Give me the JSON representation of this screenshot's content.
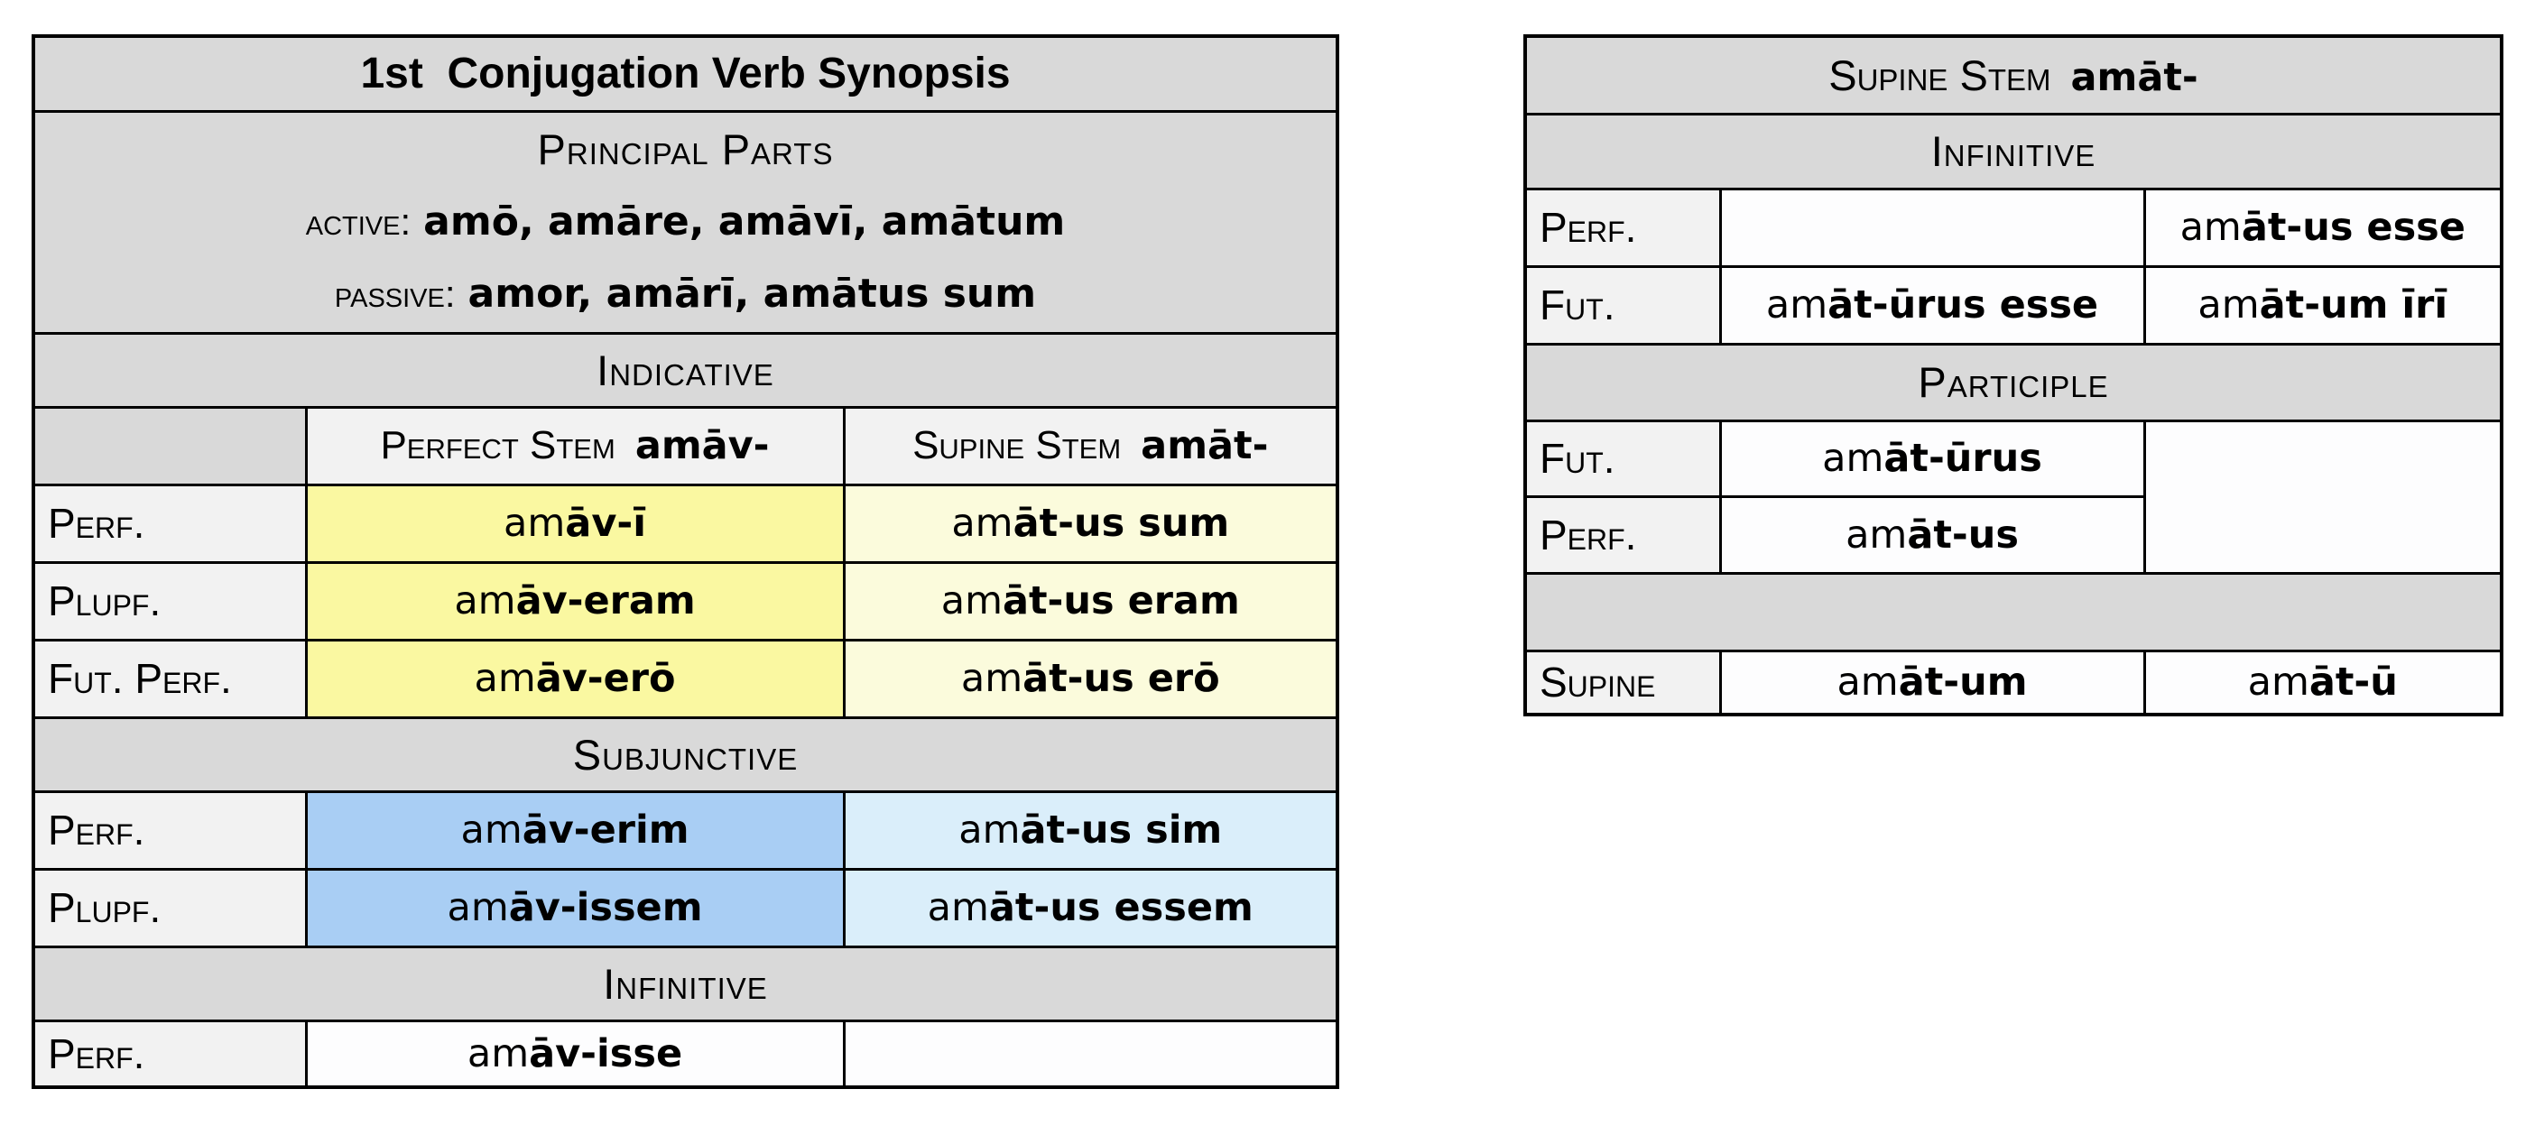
{
  "colors": {
    "section_band": "#d9d9d9",
    "label_cell": "#f2f2f2",
    "active_perfect_highlight": "#faf8a1",
    "passive_perfect_highlight": "#fbfbdc",
    "active_subjunctive_highlight": "#a9cef4",
    "passive_subjunctive_highlight": "#daeefa",
    "border": "#000000"
  },
  "left_table": {
    "title": "1st  Conjugation Verb Synopsis",
    "principal": {
      "heading": "Principal Parts",
      "active_label": "active:",
      "active_forms": "amō, amāre, amāvī, amātum",
      "passive_label": "passive:",
      "passive_forms": "amor, amārī, amātus sum"
    },
    "indicative": {
      "heading": "Indicative",
      "col_perfect": {
        "label": "Perfect Stem",
        "stem": "amāv-"
      },
      "col_supine": {
        "label": "Supine Stem",
        "stem": "amāt-"
      },
      "rows": [
        {
          "label": "Perf.",
          "active": {
            "pre": "am",
            "bold": "āv-ī"
          },
          "passive": {
            "pre": "am",
            "bold": "āt-us sum"
          }
        },
        {
          "label": "Plupf.",
          "active": {
            "pre": "am",
            "bold": "āv-eram"
          },
          "passive": {
            "pre": "am",
            "bold": "āt-us eram"
          }
        },
        {
          "label": "Fut. Perf.",
          "active": {
            "pre": "am",
            "bold": "āv-erō"
          },
          "passive": {
            "pre": "am",
            "bold": "āt-us erō"
          }
        }
      ]
    },
    "subjunctive": {
      "heading": "Subjunctive",
      "rows": [
        {
          "label": "Perf.",
          "active": {
            "pre": "am",
            "bold": "āv-erim"
          },
          "passive": {
            "pre": "am",
            "bold": "āt-us sim"
          }
        },
        {
          "label": "Plupf.",
          "active": {
            "pre": "am",
            "bold": "āv-issem"
          },
          "passive": {
            "pre": "am",
            "bold": "āt-us essem"
          }
        }
      ]
    },
    "infinitive": {
      "heading": "Infinitive",
      "rows": [
        {
          "label": "Perf.",
          "active": {
            "pre": "am",
            "bold": "āv-isse"
          }
        }
      ]
    }
  },
  "right_table": {
    "title": {
      "label": "Supine Stem",
      "stem": "amāt-"
    },
    "infinitive": {
      "heading": "Infinitive",
      "rows": [
        {
          "label": "Perf.",
          "right": {
            "pre": "am",
            "bold": "āt-us esse"
          }
        },
        {
          "label": "Fut.",
          "middle": {
            "pre": "am",
            "bold": "āt-ūrus esse"
          },
          "right": {
            "pre": "am",
            "bold": "āt-um īrī"
          }
        }
      ]
    },
    "participle": {
      "heading": "Participle",
      "rows": [
        {
          "label": "Fut.",
          "middle": {
            "pre": "am",
            "bold": "āt-ūrus"
          }
        },
        {
          "label": "Perf.",
          "middle": {
            "pre": "am",
            "bold": "āt-us"
          }
        }
      ]
    },
    "supine_row": {
      "label": "Supine",
      "middle": {
        "pre": "am",
        "bold": "āt-um"
      },
      "right": {
        "pre": "am",
        "bold": "āt-ū"
      }
    }
  }
}
